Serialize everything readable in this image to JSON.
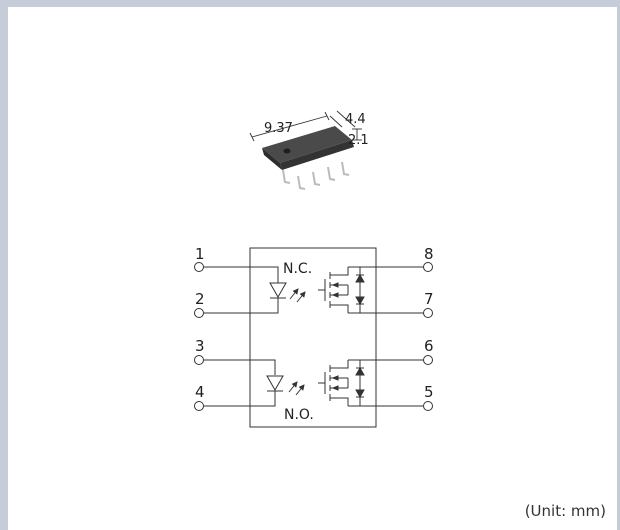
{
  "package": {
    "dim_length": "9.37",
    "dim_width": "4.4",
    "dim_height": "2.1"
  },
  "schematic": {
    "pins": [
      {
        "label": "1"
      },
      {
        "label": "2"
      },
      {
        "label": "3"
      },
      {
        "label": "4"
      },
      {
        "label": "5"
      },
      {
        "label": "6"
      },
      {
        "label": "7"
      },
      {
        "label": "8"
      }
    ],
    "nc_label": "N.C.",
    "no_label": "N.O."
  },
  "unit_note": "(Unit: mm)",
  "colors": {
    "frame": "#c6ccd8",
    "line": "#333333",
    "package_body": "#3a3a3a"
  }
}
